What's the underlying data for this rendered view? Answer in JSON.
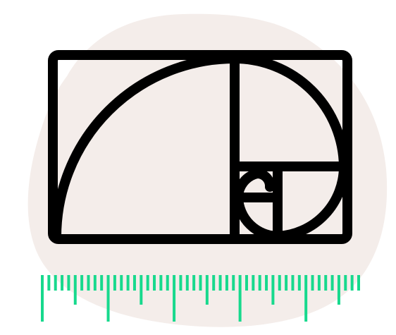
{
  "illustration": {
    "icon": "golden-ratio-spiral-icon",
    "blob_color": "#F4EDEA",
    "stroke_color": "#000000",
    "ruler_color": "#17D98D",
    "ruler": {
      "tick_count": 49,
      "major_every": 10,
      "mid_every": 5
    }
  }
}
